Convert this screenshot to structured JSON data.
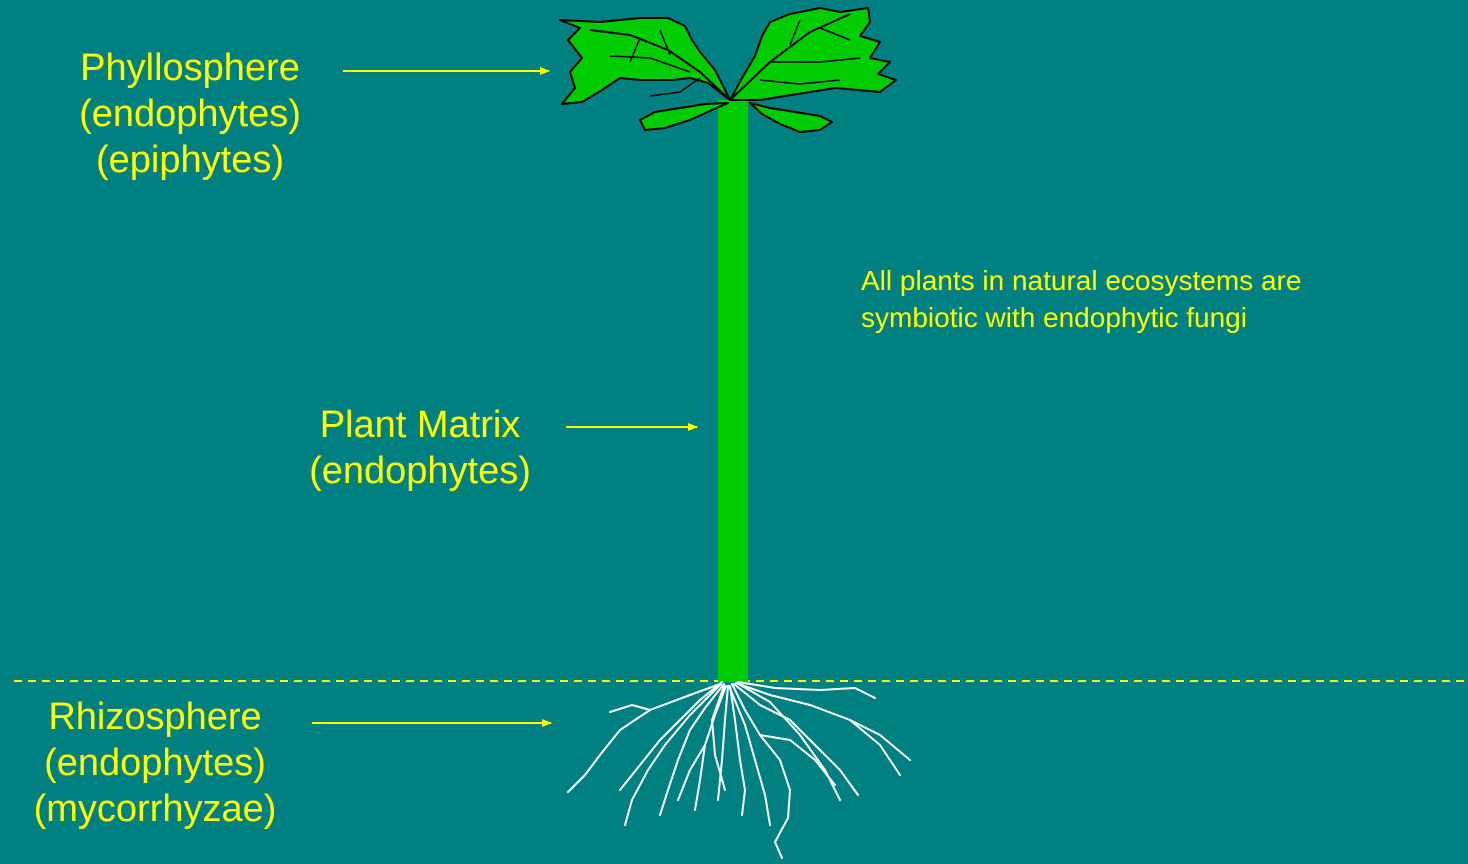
{
  "colors": {
    "background": "#008080",
    "text": "#ffff00",
    "stem": "#00cc00",
    "leaf": "#00cc00",
    "root": "#ffffff",
    "ground_line": "#ffff00"
  },
  "labels": {
    "phyllosphere": {
      "title": "Phyllosphere",
      "line2": "(endophytes)",
      "line3": "(epiphytes)"
    },
    "plant_matrix": {
      "title": "Plant Matrix",
      "line2": "(endophytes)"
    },
    "rhizosphere": {
      "title": "Rhizosphere",
      "line2": "(endophytes)",
      "line3": "(mycorrhyzae)"
    }
  },
  "note": {
    "line1": "All plants in natural ecosystems are",
    "line2": "symbiotic with endophytic fungi"
  },
  "icons": {
    "plant": "plant-illustration-icon",
    "arrow": "arrow-right-icon"
  }
}
